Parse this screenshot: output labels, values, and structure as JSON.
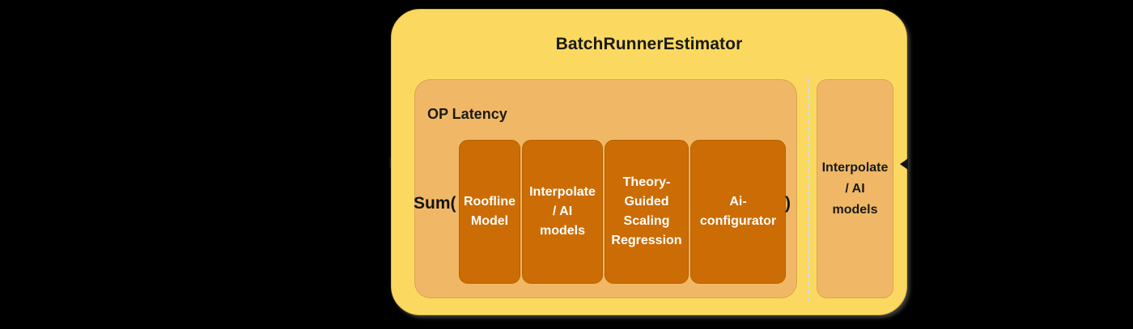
{
  "diagram": {
    "title": "BatchRunnerEstimator",
    "outer_color": "#fbd960",
    "inner_color": "#f0b866",
    "card_color": "#cc6c04",
    "inner_group": {
      "label": "OP Latency",
      "expression_open": "Sum(",
      "expression_close": ")",
      "cards": [
        {
          "label": "Roofline\nModel"
        },
        {
          "label": "Interpolate\n/  AI\nmodels"
        },
        {
          "label": "Theory-\nGuided\nScaling\nRegression"
        },
        {
          "label": "Ai-\nconfigurator"
        }
      ]
    },
    "side_group": {
      "label": "Interpolate\n/  AI\nmodels"
    },
    "connectors": {
      "inbound_arrow": "arrow-right",
      "outbound_arrow": "arrow-left",
      "separator": "vertical-dashed-line"
    }
  }
}
